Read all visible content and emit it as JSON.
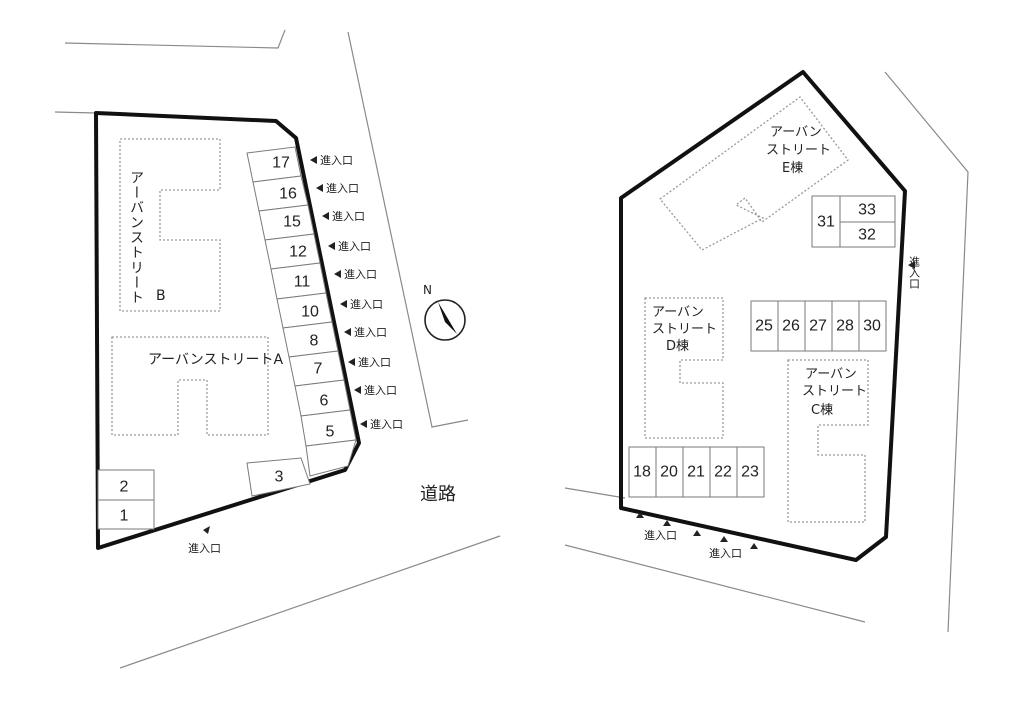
{
  "entrance_label": "進入口",
  "road_label": "道路",
  "compass_label": "N",
  "left_lot": {
    "building_a": "アーバンストリートA",
    "building_b_vertical": "アーバンストリート",
    "building_b_suffix": "B",
    "slots_east": [
      "17",
      "16",
      "15",
      "12",
      "11",
      "10",
      "8",
      "7",
      "6",
      "5"
    ],
    "slots_south": [
      "3"
    ],
    "slots_west": [
      "2",
      "1"
    ]
  },
  "right_lot": {
    "building_e": [
      "アーバン",
      "ストリート",
      "E棟"
    ],
    "building_d": [
      "アーバン",
      "ストリート",
      "D棟"
    ],
    "building_c": [
      "アーバン",
      "ストリート",
      "C棟"
    ],
    "slots_ne": [
      "31",
      "33",
      "32"
    ],
    "slots_mid": [
      "25",
      "26",
      "27",
      "28",
      "30"
    ],
    "slots_bottom": [
      "18",
      "20",
      "21",
      "22",
      "23"
    ]
  }
}
